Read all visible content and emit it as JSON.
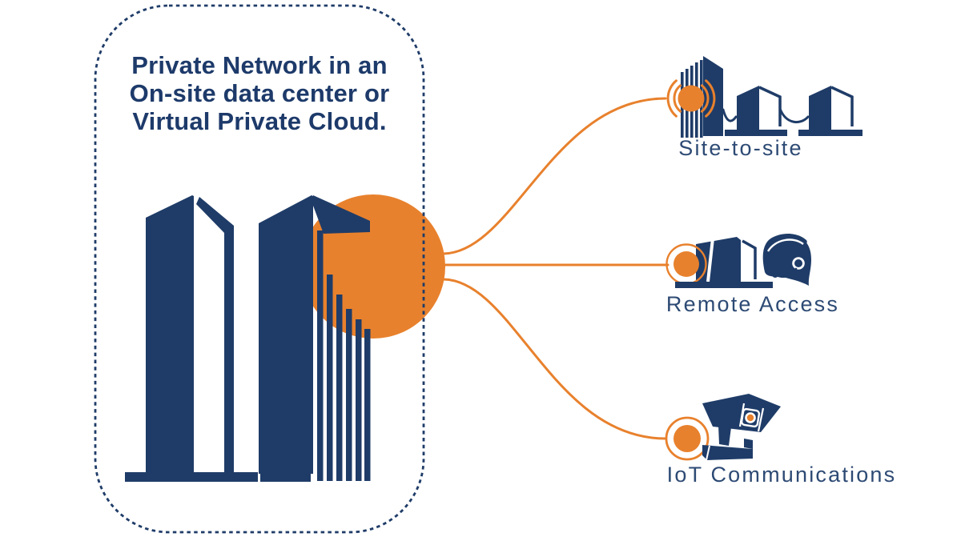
{
  "colors": {
    "navy": "#1F3C68",
    "orange": "#E8812D",
    "title_navy": "#1D3A6A",
    "label_navy": "#2D4A74"
  },
  "private_cloud": {
    "title_lines": [
      "Private Network in an",
      "On-site data center or",
      "Virtual Private Cloud."
    ]
  },
  "endpoints": [
    {
      "id": "site-to-site",
      "label": "Site-to-site"
    },
    {
      "id": "remote-access",
      "label": "Remote Access"
    },
    {
      "id": "iot-communications",
      "label": "IoT Communications"
    }
  ],
  "icons": {
    "data-center-buildings-icon": "navy-skyscraper-towers-shape",
    "network-hub-circle": "orange-filled-circle",
    "private-network-boundary": "navy-dashed-rounded-rectangle",
    "connection-line": "orange-curved-connector",
    "connection-node-dot": "orange-dot-with-ring",
    "signal-waves-icon": "orange-double-arcs",
    "site-to-site-buildings-icon": "striped-tower-with-two-small-buildings",
    "remote-access-building-icon": "navy-building-shape",
    "support-agent-headset-icon": "person-silhouette-with-headset",
    "cctv-camera-icon": "navy-security-camera-with-orange-lens"
  }
}
